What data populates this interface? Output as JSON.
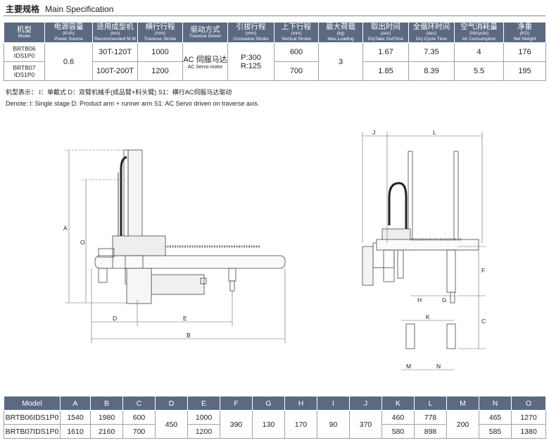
{
  "header": {
    "title_cn": "主要规格",
    "title_en": "Main Specification"
  },
  "spec_table": {
    "headers": [
      {
        "cn": "机型",
        "en": "Model"
      },
      {
        "cn": "电源容量",
        "en2": "(KVA)",
        "en": "Power Source"
      },
      {
        "cn": "适用成型机",
        "en2": "(ton)",
        "en": "Recommended M.M"
      },
      {
        "cn": "横行行程",
        "en2": "(mm)",
        "en": "Traverse Stroke"
      },
      {
        "cn": "驱动方式",
        "en": "Traverse Driven"
      },
      {
        "cn": "引拔行程",
        "en2": "(mm)",
        "en": "Crosswise Stroke"
      },
      {
        "cn": "上下行程",
        "en2": "(mm)",
        "en": "Vertical Stroke"
      },
      {
        "cn": "最大荷载",
        "en2": "(kg)",
        "en": "Max.Loading"
      },
      {
        "cn": "取出时间",
        "en2": "(sec)",
        "en": "DryTake OutTime"
      },
      {
        "cn": "全循环时间",
        "en2": "(sec)",
        "en": "Dry Cycle Time"
      },
      {
        "cn": "空气消耗量",
        "en2": "(Nl/cycle)",
        "en": "Air Consumption"
      },
      {
        "cn": "净重",
        "en2": "(KG)",
        "en": "Net Weight"
      }
    ],
    "rows": [
      {
        "model_a": "BRTB06",
        "model_b": "IDS1P0",
        "machine": "30T-120T",
        "traverse": "1000",
        "vertical": "600",
        "takeout": "1.67",
        "cycle": "7.35",
        "air": "4",
        "weight": "176"
      },
      {
        "model_a": "BRTB07",
        "model_b": "IDS1P0",
        "machine": "100T-200T",
        "traverse": "1200",
        "vertical": "700",
        "takeout": "1.85",
        "cycle": "8.39",
        "air": "5.5",
        "weight": "195"
      }
    ],
    "power": "0.6",
    "drive_cn": "AC 伺服马达",
    "drive_en": "AC Servo motor",
    "crosswise_p": "P:300",
    "crosswise_r": "R:125",
    "max_load": "3"
  },
  "notes": {
    "cn": "机型表示：  I：单截式     D：双臂机械手(成品臂+料头臂)   S1：横行AC伺服马达驱动",
    "en": "Denote:   I: Single stage   D: Product arm + runner arm   S1: AC Servo driven on traverse axis."
  },
  "front_view_labels": {
    "A": "A",
    "O": "O",
    "D": "D",
    "E": "E",
    "B": "B"
  },
  "side_view_labels": {
    "J": "J",
    "L": "L",
    "F": "F",
    "H": "H",
    "G": "G",
    "C": "C",
    "K": "K",
    "M": "M",
    "N": "N"
  },
  "dim_table": {
    "headers": [
      "Model",
      "A",
      "B",
      "C",
      "D",
      "E",
      "F",
      "G",
      "H",
      "I",
      "J",
      "K",
      "L",
      "M",
      "N",
      "O"
    ],
    "row1": {
      "model": "BRTB06IDS1P0",
      "A": "1540",
      "B": "1980",
      "C": "600",
      "E": "1000",
      "K": "460",
      "L": "778",
      "N": "465",
      "O": "1270"
    },
    "row2": {
      "model": "BRTB07IDS1P0",
      "A": "1610",
      "B": "2160",
      "C": "700",
      "E": "1200",
      "K": "580",
      "L": "898",
      "N": "585",
      "O": "1380"
    },
    "shared": {
      "D": "450",
      "F": "390",
      "G": "130",
      "H": "170",
      "I": "90",
      "J": "370",
      "M": "200"
    }
  }
}
